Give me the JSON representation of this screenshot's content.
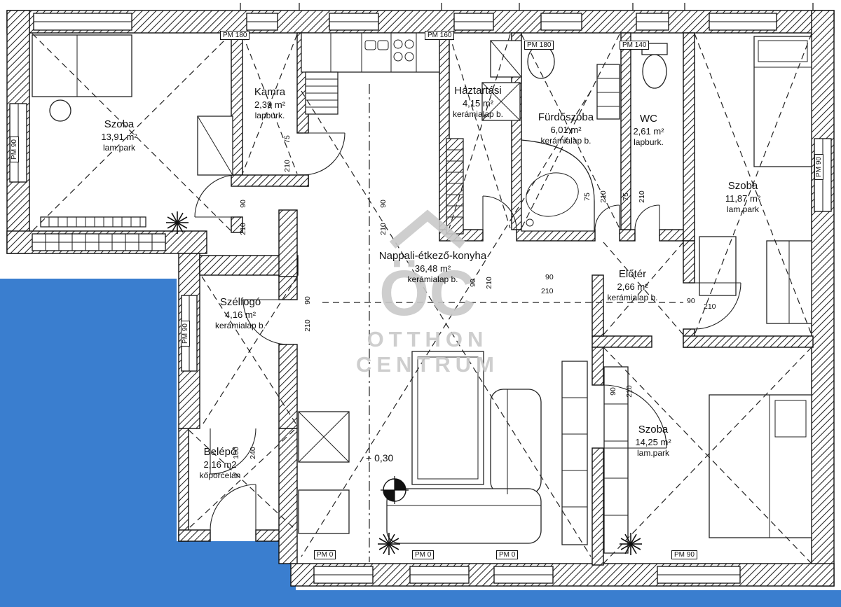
{
  "palette": {
    "background_blue": "#3a7ecf",
    "ink": "#141414",
    "watermark_gray": "#c9c9c9"
  },
  "watermark": {
    "monogram": "ÖC",
    "line1": "OTTHON",
    "line2": "CENTRUM"
  },
  "elevation_label": "+ 0,30",
  "rooms": [
    {
      "name": "Szoba",
      "area": "13,91 m²",
      "floor": "lam.park"
    },
    {
      "name": "Kamra",
      "area": "2,39 m²",
      "floor": "lapburk."
    },
    {
      "name": "Háztartási",
      "area": "4,15 m²",
      "floor": "kerámialap b."
    },
    {
      "name": "Fürdőszoba",
      "area": "6,01 m²",
      "floor": "kerámialap b."
    },
    {
      "name": "WC",
      "area": "2,61 m²",
      "floor": "lapburk."
    },
    {
      "name": "Szoba",
      "area": "11,87 m²",
      "floor": "lam.park"
    },
    {
      "name": "Nappali-étkező-konyha",
      "area": "36,48 m²",
      "floor": "kerámialap b."
    },
    {
      "name": "Előtér",
      "area": "2,66 m²",
      "floor": "kerámialap b."
    },
    {
      "name": "Szélfogó",
      "area": "4,16 m²",
      "floor": "kerámialap b."
    },
    {
      "name": "Belépő",
      "area": "2,16 m2",
      "floor": "kőporcelán"
    },
    {
      "name": "Szoba",
      "area": "14,25 m²",
      "floor": "lam.park"
    }
  ],
  "dims": [
    "PM 180",
    "PM 160",
    "PM 180",
    "PM 140",
    "PM 90",
    "PM 90",
    "PM 90",
    "PM 0",
    "PM 0",
    "PM 0",
    "PM 90",
    "75",
    "210",
    "90",
    "210",
    "90",
    "210",
    "90",
    "210",
    "75",
    "210",
    "75",
    "210",
    "90",
    "210",
    "90",
    "210",
    "90",
    "210",
    "90",
    "210",
    "100",
    "240"
  ]
}
